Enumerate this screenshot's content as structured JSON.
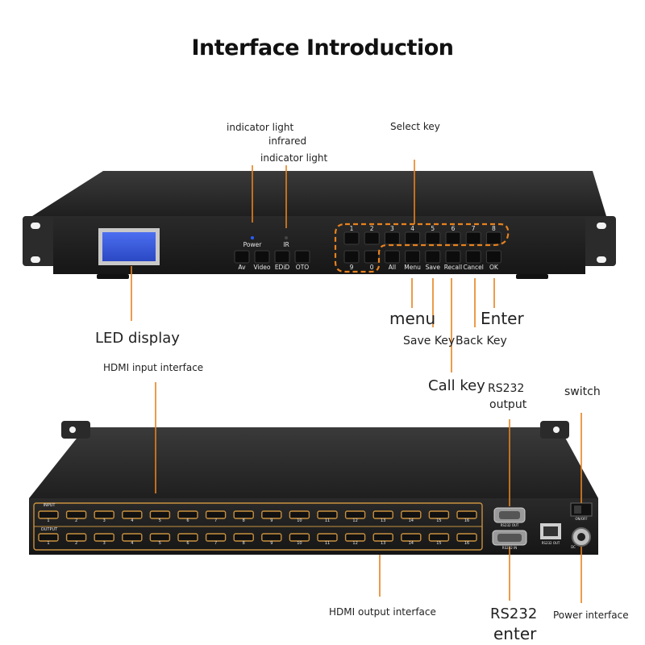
{
  "title": "Interface Introduction",
  "colors": {
    "accent": "#e8821e",
    "chassis": "#232323",
    "lcd": "#3a5cd8",
    "hdmi_gold": "#c9913f"
  },
  "front_panel": {
    "power_label": "Power",
    "ir_label": "IR",
    "left_buttons": [
      "Av",
      "Video",
      "EDiD",
      "OTO"
    ],
    "top_keys": [
      "1",
      "2",
      "3",
      "4",
      "5",
      "6",
      "7",
      "8"
    ],
    "bottom_keys": [
      "9",
      "0",
      "All",
      "Menu",
      "Save",
      "Recall",
      "Cancel",
      "OK"
    ]
  },
  "rear_panel": {
    "inputs_tag": "INPUT",
    "outputs_tag": "OUTPUT",
    "port_numbers": [
      "1",
      "2",
      "3",
      "4",
      "5",
      "6",
      "7",
      "8",
      "9",
      "10",
      "11",
      "12",
      "13",
      "14",
      "15",
      "16"
    ],
    "rs232_out_tag": "RS232 OUT",
    "rs232_in_tag": "RS232 IN",
    "lan_tag": "RS232 OUT",
    "switch_tag": "ON/OFF",
    "dc_tag": "DC"
  },
  "callouts": {
    "indicator_light": "indicator light",
    "infrared": "infrared",
    "infrared_indicator": "indicator light",
    "select_key": "Select key",
    "led_display": "LED display",
    "menu": "menu",
    "enter": "Enter",
    "save_key": "Save Key",
    "back_key": "Back Key",
    "call_key": "Call key",
    "hdmi_input": "HDMI input interface",
    "rs232_output_1": "RS232",
    "rs232_output_2": "output",
    "switch": "switch",
    "hdmi_output": "HDMI output interface",
    "rs232_enter_1": "RS232",
    "rs232_enter_2": "enter",
    "power_interface": "Power interface"
  }
}
